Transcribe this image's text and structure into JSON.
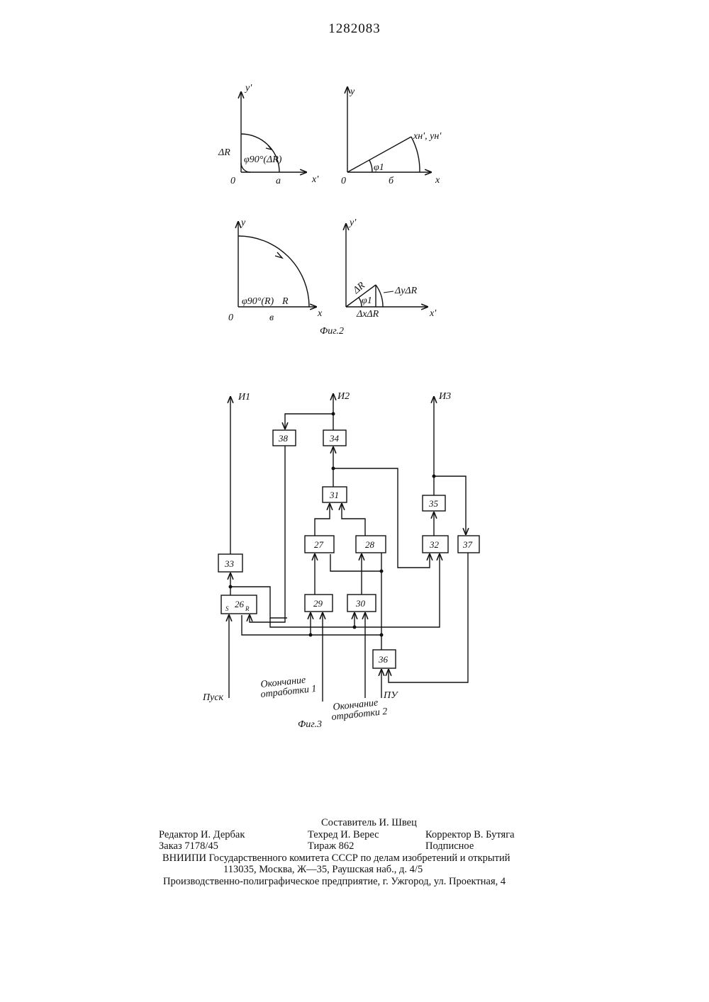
{
  "patent_number": "1282083",
  "fig2": {
    "caption": "Фиг.2",
    "a": {
      "axis_y": "y'",
      "axis_x": "x'",
      "origin": "0",
      "left_label": "ΔR",
      "angle_label": "φ90°(ΔR)",
      "panel": "а"
    },
    "b": {
      "axis_y": "y",
      "axis_x": "x",
      "origin": "0",
      "point_label": "xн', yн'",
      "angle_label": "φ1",
      "panel": "б"
    },
    "c": {
      "axis_y": "y",
      "axis_x": "x",
      "origin": "0",
      "angle_label": "φ90°(R)",
      "radius_label": "R",
      "panel": "в"
    },
    "d": {
      "axis_y": "y'",
      "axis_x": "x'",
      "hyp_label": "ΔR",
      "angle_label": "φ1",
      "dy_label": "ΔyΔR",
      "dx_label": "ΔxΔR"
    }
  },
  "fig3": {
    "caption": "Фиг.3",
    "outputs": [
      "И1",
      "И2",
      "И3"
    ],
    "blocks": [
      "26",
      "27",
      "28",
      "29",
      "30",
      "31",
      "32",
      "33",
      "34",
      "35",
      "36",
      "37",
      "38"
    ],
    "ff_inputs": {
      "s": "S",
      "r": "R"
    },
    "inputs": {
      "start": "Пуск",
      "end1_line1": "Окончание",
      "end1_line2": "отработки 1",
      "end2_line1": "Окончание",
      "end2_line2": "отработки 2",
      "pu": "ПУ"
    }
  },
  "colophon": {
    "compiler": "Составитель И. Швец",
    "editor": "Редактор И. Дербак",
    "techred": "Техред И. Верес",
    "corrector": "Корректор В. Бутяга",
    "order": "Заказ 7178/45",
    "circulation": "Тираж 862",
    "subscription": "Подписное",
    "org": "ВНИИПИ Государственного комитета СССР по делам изобретений и открытий",
    "address": "113035, Москва, Ж—35, Раушская наб., д. 4/5",
    "printer": "Производственно-полиграфическое предприятие, г. Ужгород, ул. Проектная, 4"
  }
}
